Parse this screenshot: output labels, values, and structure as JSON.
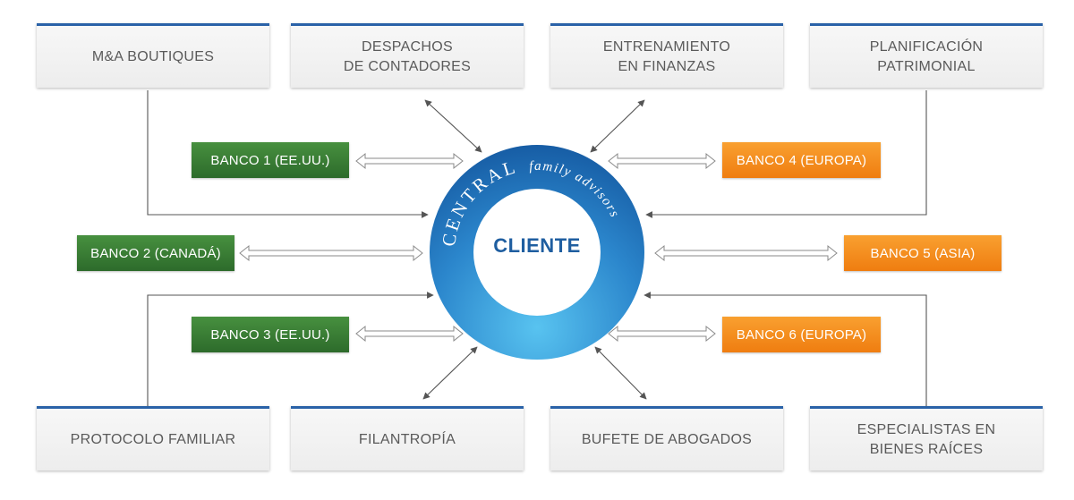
{
  "center": {
    "label": "CLIENTE",
    "ring_brand": "CENTRAL",
    "ring_tagline": "family advisors",
    "colors": {
      "ring_outer": "#1a5fa8",
      "ring_inner": "#4ab6e8",
      "text": "#1f5ea0"
    }
  },
  "boxes": {
    "top": [
      "M&A BOUTIQUES",
      "DESPACHOS\nDE CONTADORES",
      "ENTRENAMIENTO\nEN FINANZAS",
      "PLANIFICACIÓN\nPATRIMONIAL"
    ],
    "bottom": [
      "PROTOCOLO FAMILIAR",
      "FILANTROPÍA",
      "BUFETE DE ABOGADOS",
      "ESPECIALISTAS EN\nBIENES RAÍCES"
    ]
  },
  "banks": {
    "left": [
      "BANCO 1 (EE.UU.)",
      "BANCO 2 (CANADÁ)",
      "BANCO 3 (EE.UU.)"
    ],
    "right": [
      "BANCO 4 (EUROPA)",
      "BANCO 5 (ASIA)",
      "BANCO 6 (EUROPA)"
    ]
  },
  "colors": {
    "box_accent": "#2a62a8",
    "bank_left": "#3d8237",
    "bank_right": "#f48a1e",
    "arrow": "#555555"
  }
}
